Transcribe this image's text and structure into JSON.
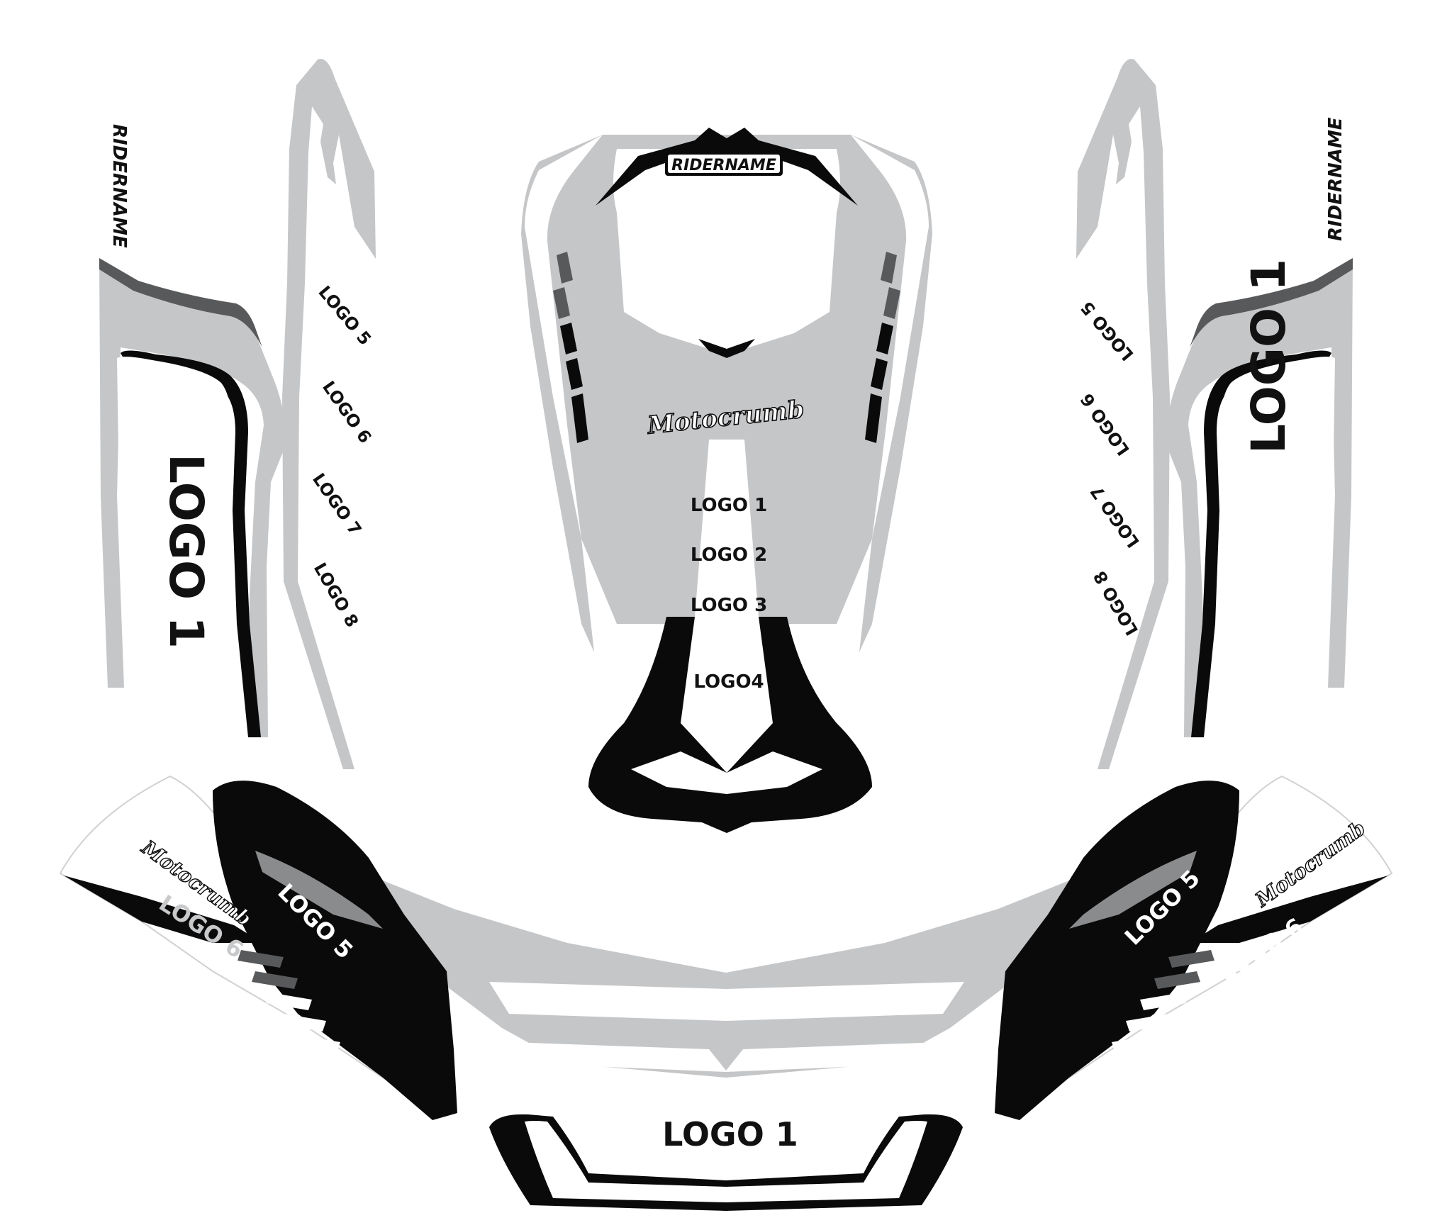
{
  "colors": {
    "grey": "#c5c6c8",
    "dark_grey": "#58595b",
    "black": "#0a0a0a",
    "white": "#ffffff"
  },
  "labels": {
    "ridername": "RIDERNAME",
    "brand": "Motocrumb",
    "logo1": "LOGO 1",
    "logo2": "LOGO 2",
    "logo3": "LOGO 3",
    "logo4": "LOGO4",
    "logo5": "LOGO 5",
    "logo6": "LOGO 6",
    "logo7": "LOGO 7",
    "logo8": "LOGO 8"
  },
  "icons": [
    "motocrumb-logo",
    "star-burst-icon",
    "chevron-icon"
  ]
}
